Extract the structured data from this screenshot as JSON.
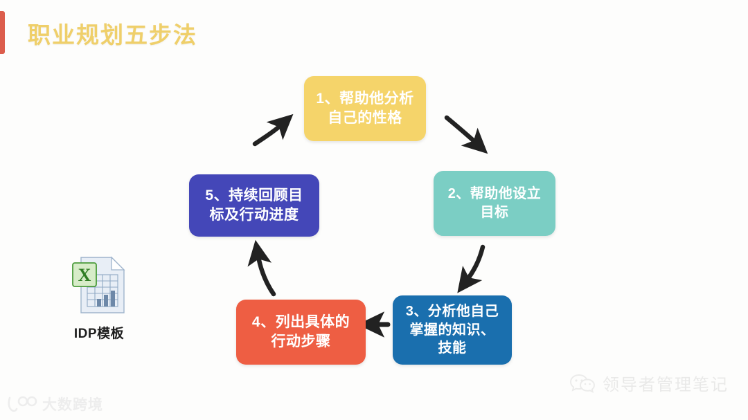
{
  "slide": {
    "title": "职业规划五步法",
    "background_color": "#fdfdfc",
    "title_color": "#efcf6a",
    "accent_color": "#d94f3d"
  },
  "diagram": {
    "type": "cycle",
    "direction": "clockwise",
    "steps": [
      {
        "number": "1",
        "label": "1、帮助他分析\n自己的性格",
        "color": "#f5d46a",
        "text_color": "#ffffff",
        "position": "top"
      },
      {
        "number": "2",
        "label": "2、帮助他设立\n目标",
        "color": "#7bcec4",
        "text_color": "#ffffff",
        "position": "right"
      },
      {
        "number": "3",
        "label": "3、分析他自己\n掌握的知识、\n技能",
        "color": "#1a6fae",
        "text_color": "#ffffff",
        "position": "bottom-right"
      },
      {
        "number": "4",
        "label": "4、列出具体的\n行动步骤",
        "color": "#ee5e43",
        "text_color": "#ffffff",
        "position": "bottom-left"
      },
      {
        "number": "5",
        "label": "5、持续回顾目\n标及行动进度",
        "color": "#4447b8",
        "text_color": "#ffffff",
        "position": "left"
      }
    ],
    "arrows": [
      {
        "from": "5",
        "to": "1",
        "direction": "up-right"
      },
      {
        "from": "1",
        "to": "2",
        "direction": "down-right"
      },
      {
        "from": "2",
        "to": "3",
        "direction": "down-left"
      },
      {
        "from": "3",
        "to": "4",
        "direction": "left"
      },
      {
        "from": "4",
        "to": "5",
        "direction": "up"
      }
    ],
    "arrow_color": "#222222"
  },
  "attachment": {
    "icon": "excel-file-icon",
    "label": "IDP模板"
  },
  "watermarks": {
    "bottom_left": {
      "icon": "dashuakuajing-logo-icon",
      "text": "大数跨境"
    },
    "bottom_right": {
      "icon": "wechat-icon",
      "text": "领导者管理笔记"
    }
  }
}
